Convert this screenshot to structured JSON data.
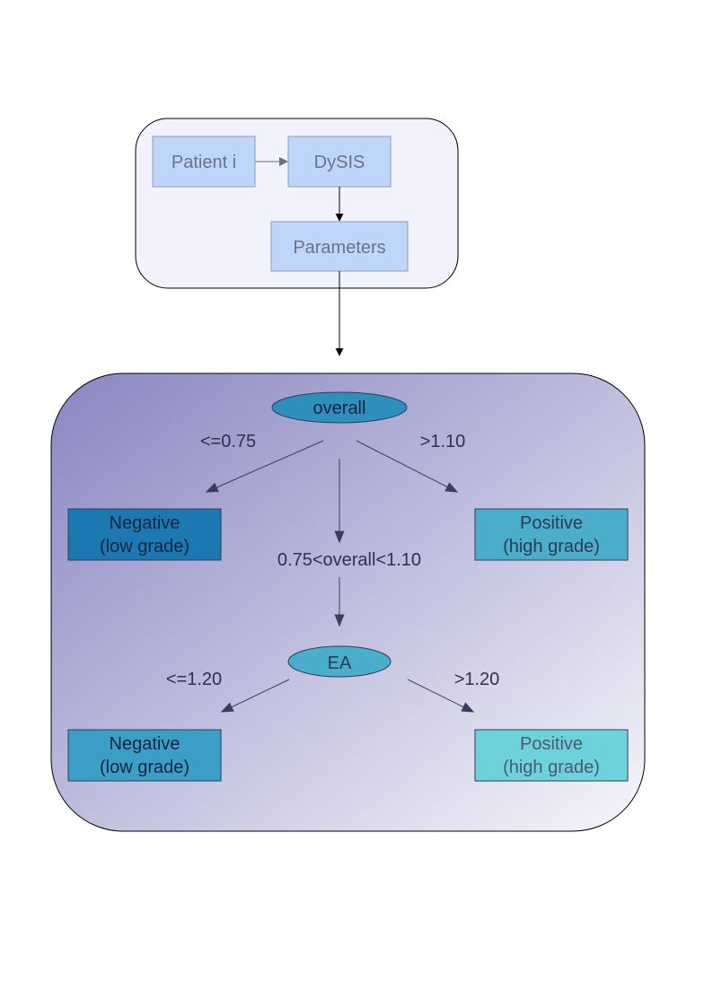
{
  "input_panel": {
    "patient_label": "Patient i",
    "dysis_label": "DySIS",
    "parameters_label": "Parameters"
  },
  "tree": {
    "root_node_label": "overall",
    "left_branch_label": "<=0.75",
    "right_branch_label": ">1.10",
    "middle_branch_label": "0.75<overall<1.10",
    "second_node_label": "EA",
    "second_left_branch_label": "<=1.20",
    "second_right_branch_label": ">1.20",
    "leaf_negative_1": {
      "line1": "Negative",
      "line2": "(low grade)"
    },
    "leaf_positive_1": {
      "line1": "Positive",
      "line2": "(high grade)"
    },
    "leaf_negative_2": {
      "line1": "Negative",
      "line2": "(low grade)"
    },
    "leaf_positive_2": {
      "line1": "Positive",
      "line2": "(high grade)"
    }
  },
  "colors": {
    "panel_fill": "#f2f2fc",
    "input_box_fill": "#bfd6fb",
    "input_text": "#6a7386",
    "tree_gradient_start": "#8a86c2",
    "tree_gradient_end": "#f6f6fb",
    "node_fill": "#2f8fbb",
    "leaf_negative_1": "#1b78b0",
    "leaf_positive_1": "#4aaecb",
    "leaf_negative_2": "#3a9ec6",
    "leaf_positive_2": "#6ed2dd"
  }
}
